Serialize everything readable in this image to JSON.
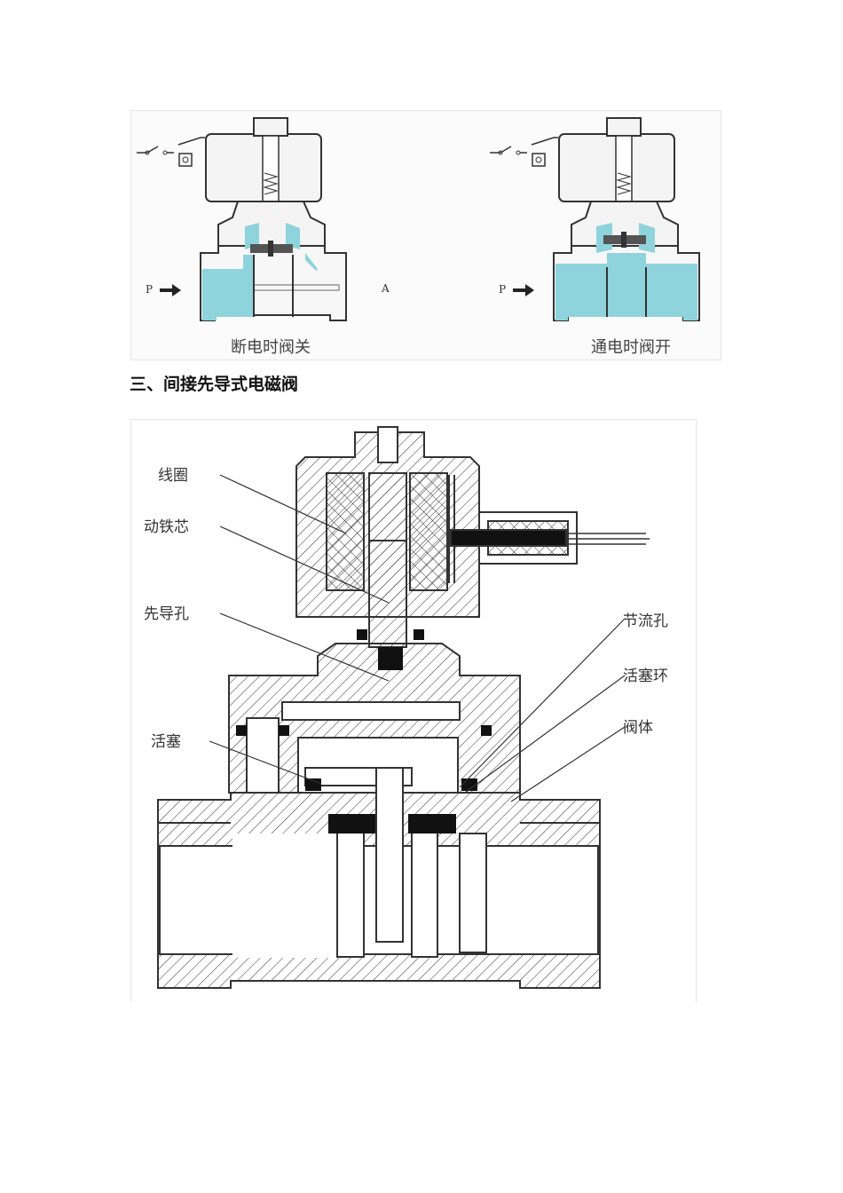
{
  "top_figure": {
    "left_caption": "断电时阀关",
    "right_caption": "通电时阀开",
    "inlet_label": "P",
    "mid_label": "A",
    "colors": {
      "water": "#8fd3dc",
      "line": "#333333"
    }
  },
  "section_heading": "三、间接先导式电磁阀",
  "bottom_figure": {
    "labels": {
      "coil": "线圈",
      "moving_core": "动铁芯",
      "pilot_hole": "先导孔",
      "throttle_hole": "节流孔",
      "piston_ring": "活塞环",
      "valve_body": "阀体",
      "piston": "活塞"
    }
  }
}
